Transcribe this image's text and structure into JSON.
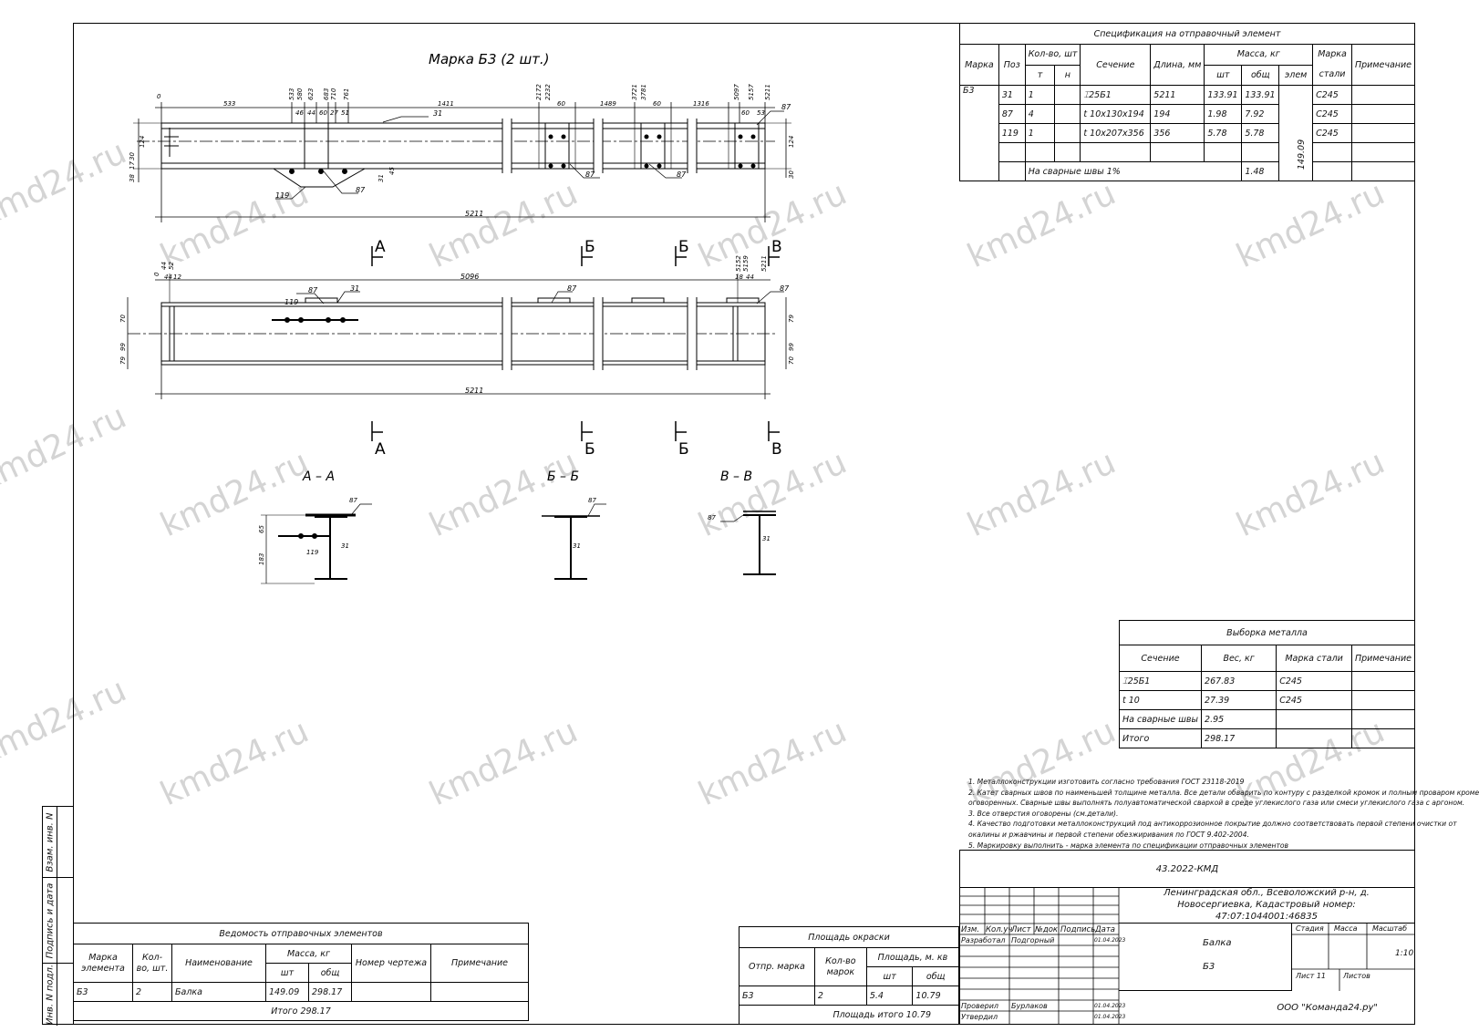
{
  "watermark": "kmd24.ru",
  "drawing": {
    "title": "Марка Б3 (2 шт.)",
    "total_length": "5211",
    "inner_length": "5096",
    "pos_beam": "31",
    "pos_rib": "87",
    "pos_plate": "119",
    "section_marks": {
      "a": "А",
      "b": "Б",
      "v": "В"
    },
    "sections": {
      "aa": "А – А",
      "bb": "Б – Б",
      "vv": "В – В",
      "aa_h1": "65",
      "aa_h2": "183"
    },
    "top_dims": [
      "0",
      "533",
      "533",
      "580",
      "623",
      "683",
      "710",
      "761",
      "46",
      "44",
      "60",
      "27",
      "51",
      "1411",
      "2172",
      "2232",
      "60",
      "1489",
      "3721",
      "3781",
      "60",
      "1316",
      "5097",
      "5157",
      "5211",
      "60",
      "53"
    ],
    "left_dims": [
      "38",
      "17",
      "30",
      "124",
      "31",
      "45",
      "124",
      "30"
    ],
    "plan_dims": [
      "0",
      "44",
      "44",
      "52",
      "12",
      "5152",
      "5159",
      "5211",
      "18",
      "44",
      "70",
      "99",
      "79",
      "79",
      "99",
      "70"
    ]
  },
  "spec": {
    "caption": "Спецификация на отправочный элемент",
    "h_mark": "Марка",
    "h_pos": "Поз",
    "h_qty": "Кол-во, шт",
    "h_t": "т",
    "h_n": "н",
    "h_section": "Сечение",
    "h_length": "Длина, мм",
    "h_mass": "Масса, кг",
    "h_sht": "шт",
    "h_obsh": "общ",
    "h_elem": "элем",
    "h_steel_1": "Марка",
    "h_steel_2": "стали",
    "h_note": "Примечание",
    "mark": "Б3",
    "rows": [
      {
        "pos": "31",
        "qty": "1",
        "section": "⌶25Б1",
        "length": "5211",
        "m_one": "133.91",
        "m_total": "133.91",
        "steel": "С245"
      },
      {
        "pos": "87",
        "qty": "4",
        "section": "t 10x130x194",
        "length": "194",
        "m_one": "1.98",
        "m_total": "7.92",
        "steel": "С245"
      },
      {
        "pos": "119",
        "qty": "1",
        "section": "t 10x207x356",
        "length": "356",
        "m_one": "5.78",
        "m_total": "5.78",
        "steel": "С245"
      }
    ],
    "weld_label": "На сварные швы 1%",
    "weld_mass": "1.48",
    "elem_mass": "149.09"
  },
  "metal": {
    "caption": "Выборка металла",
    "headers": [
      "Сечение",
      "Вес, кг",
      "Марка стали",
      "Примечание"
    ],
    "rows": [
      [
        "⌶25Б1",
        "267.83",
        "С245",
        ""
      ],
      [
        "t 10",
        "27.39",
        "С245",
        ""
      ],
      [
        "На сварные швы",
        "2.95",
        "",
        ""
      ],
      [
        "Итого",
        "298.17",
        "",
        ""
      ]
    ]
  },
  "notes": [
    "1. Металлоконструкции изготовить согласно требования ГОСТ 23118-2019",
    "2. Катет сварных швов по наименьшей толщине металла. Все детали обварить по контуру с разделкой кромок и полным проваром кроме",
    "оговоренных. Сварные швы выполнять полуавтоматической сваркой в среде углекислого газа или смеси углекислого газа с аргоном.",
    "3. Все отверстия оговорены (см.детали).",
    "4. Качество подготовки металлоконструкций под антикоррозионное покрытие должно соответствовать первой степени очистки от",
    "окалины и  ржавчины и первой степени обезжиривания по ГОСТ 9.402-2004.",
    "5. Маркировку выполнить - марка элемента по спецификации отправочных элементов"
  ],
  "shipping": {
    "caption": "Ведомость отправочных элементов",
    "h_mark": "Марка элемента",
    "h_qty": "Кол-во, шт.",
    "h_name": "Наименование",
    "h_mass": "Масса, кг",
    "h_sht": "шт",
    "h_obsh": "общ",
    "h_drawing": "Номер чертежа",
    "h_note": "Примечание",
    "row": {
      "mark": "Б3",
      "qty": "2",
      "name": "Балка",
      "m_one": "149.09",
      "m_total": "298.17"
    },
    "total": "Итого   298.17"
  },
  "paint": {
    "caption": "Площадь окраски",
    "h_mark": "Отпр. марка",
    "h_qty": "Кол-во марок",
    "h_area": "Площадь, м. кв",
    "h_sht": "шт",
    "h_obsh": "общ",
    "row": {
      "mark": "Б3",
      "qty": "2",
      "a_one": "5.4",
      "a_total": "10.79"
    },
    "total": "Площадь итого   10.79"
  },
  "stamp": {
    "code": "43.2022-КМД",
    "address": "Ленинградская обл., Всеволожский р-н, д. Новосергиевка, Кадастровый номер: 47:07:1044001:46835",
    "h_izm": "Изм.",
    "h_koluch": "Кол.уч",
    "h_list": "Лист",
    "h_ndok": "№док",
    "h_podpis": "Подпись",
    "h_data": "Дата",
    "razrab": "Разработал",
    "razrab_name": "Подгорный",
    "razrab_date": "01.04.2023",
    "prover": "Проверил",
    "prover_name": "Бурлаков",
    "prover_date": "01.04.2023",
    "utverd": "Утвердил",
    "utverd_date": "01.04.2023",
    "name1": "Балка",
    "name2": "Б3",
    "h_stage": "Стадия",
    "h_massa": "Масса",
    "h_scale": "Масштаб",
    "scale": "1:10",
    "list": "Лист 11",
    "listov": "Листов",
    "company": "ООО \"Команда24.ру\""
  },
  "side_labels": [
    "Взам. инв. N",
    "Подпись и дата",
    "Инв. N подл."
  ]
}
